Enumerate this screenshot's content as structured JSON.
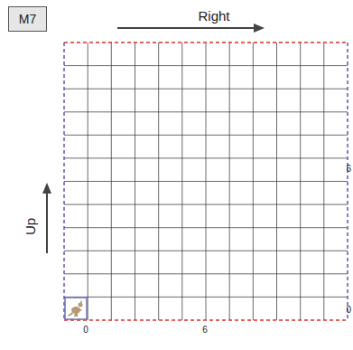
{
  "diagram": {
    "nodes": [
      {
        "text": [
          "M7"
        ]
      }
    ],
    "labels": [
      "Right",
      "Up",
      "0",
      "6",
      "6",
      "0"
    ]
  }
}
